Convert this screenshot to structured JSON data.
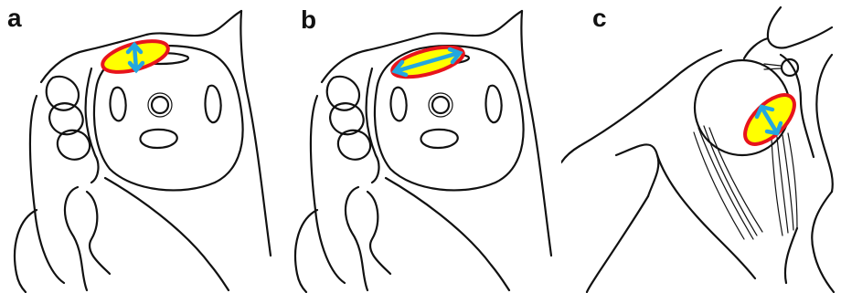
{
  "panels": [
    {
      "label": "a"
    },
    {
      "label": "b"
    },
    {
      "label": "c"
    }
  ],
  "colors": {
    "outline": "#111111",
    "tumor_fill": "#ffff00",
    "tumor_border": "#e8141c",
    "arrow": "#23a7e0"
  },
  "icons": {
    "measurement_arrow": "double-headed-arrow-icon"
  }
}
